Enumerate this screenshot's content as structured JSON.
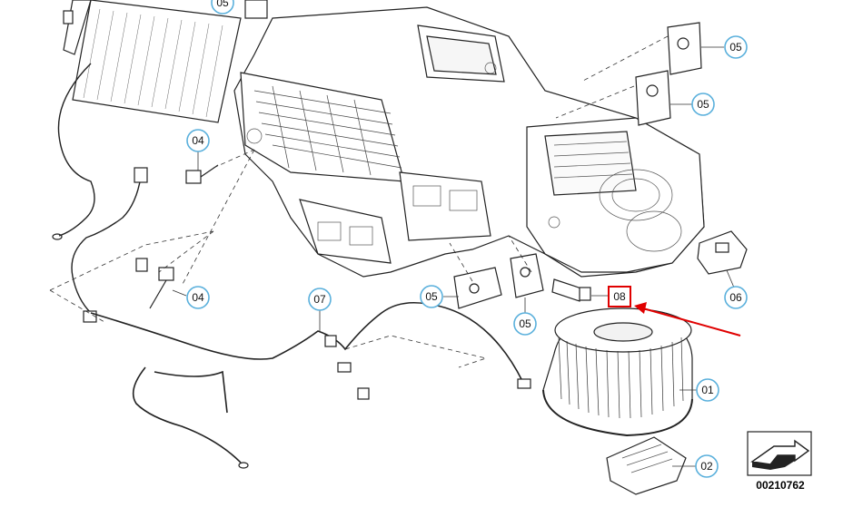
{
  "diagram": {
    "diagram_id": "00210762",
    "labels": {
      "top_left": "05",
      "upper_right": "05",
      "mid_right": "05",
      "sensor_upper": "04",
      "sensor_lower": "04",
      "harness": "07",
      "actuator_left": "05",
      "actuator_mid": "05",
      "highlighted": "08",
      "resistor": "06",
      "blower": "01",
      "regulator": "02"
    }
  },
  "colors": {
    "callout_stroke": "#5ab0dc",
    "highlight": "#e00000",
    "line": "#222222"
  }
}
